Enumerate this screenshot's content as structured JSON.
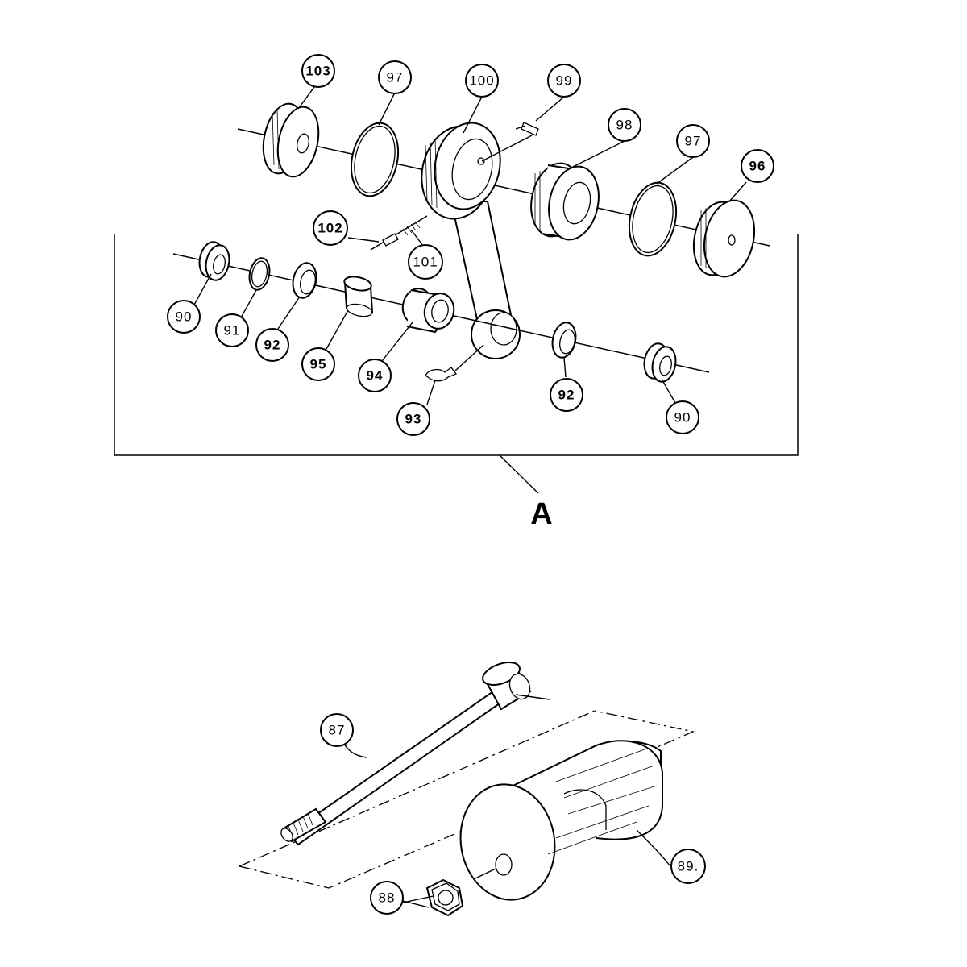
{
  "assembly_label": "A",
  "callouts": {
    "c103": "103",
    "c97a": "97",
    "c100": "100",
    "c99": "99",
    "c98": "98",
    "c97b": "97",
    "c96": "96",
    "c102": "102",
    "c101": "101",
    "c90a": "90",
    "c91": "91",
    "c92a": "92",
    "c95": "95",
    "c94": "94",
    "c93": "93",
    "c92b": "92",
    "c90b": "90",
    "c87": "87",
    "c88": "88",
    "c89": "89."
  }
}
